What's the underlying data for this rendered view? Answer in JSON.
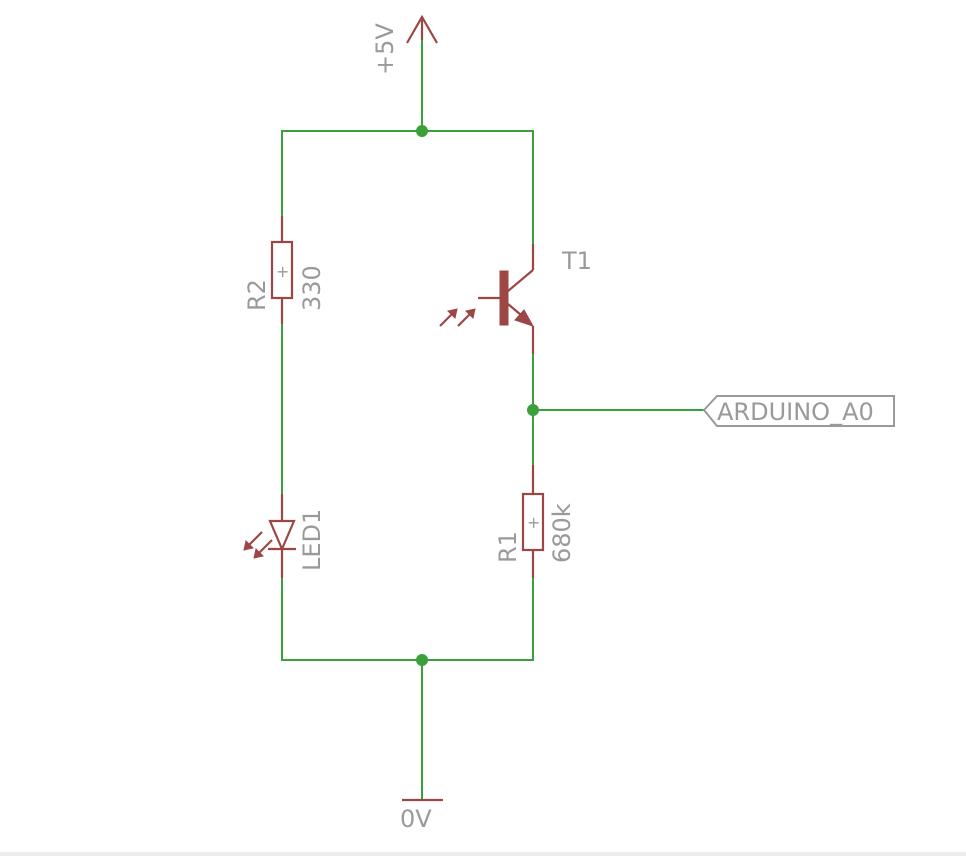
{
  "schematic": {
    "power": {
      "label": "+5V"
    },
    "ground": {
      "label": "0V"
    },
    "components": {
      "r2": {
        "name": "R2",
        "value": "330",
        "marker": "+"
      },
      "r1": {
        "name": "R1",
        "value": "680k",
        "marker": "+"
      },
      "led1": {
        "name": "LED1"
      },
      "t1": {
        "name": "T1"
      }
    },
    "net_label": {
      "text": "ARDUINO_A0"
    }
  },
  "colors": {
    "wire": "#3aa13a",
    "component": "#9c4646",
    "label_text": "#9a9a9a",
    "background": "#ffffff"
  }
}
